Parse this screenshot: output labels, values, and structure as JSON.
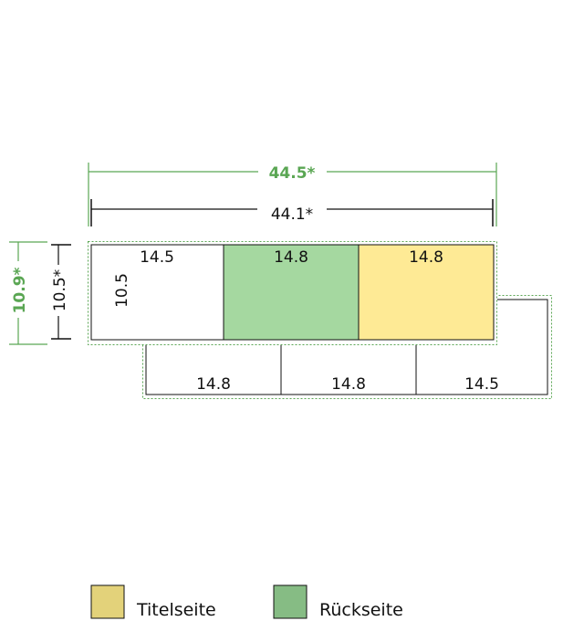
{
  "colors": {
    "green": "#5aa653",
    "panel_green": "#a5d8a0",
    "panel_yellow": "#feea95",
    "legend_yellow": "#e3d27a",
    "legend_green": "#86bc84",
    "line": "#111111"
  },
  "dimensions": {
    "outer_width": "44.5*",
    "inner_width": "44.1*",
    "outer_height": "10.9*",
    "inner_height": "10.5*"
  },
  "top_row": {
    "panels": [
      {
        "label": "14.5",
        "fill": "white"
      },
      {
        "label": "14.8",
        "fill": "green"
      },
      {
        "label": "14.8",
        "fill": "yellow"
      }
    ],
    "height_label": "10.5"
  },
  "bottom_row": {
    "panels": [
      {
        "label": "14.8"
      },
      {
        "label": "14.8"
      },
      {
        "label": "14.5"
      }
    ]
  },
  "legend": [
    {
      "label": "Titelseite",
      "color": "legend_yellow"
    },
    {
      "label": "Rückseite",
      "color": "legend_green"
    }
  ]
}
